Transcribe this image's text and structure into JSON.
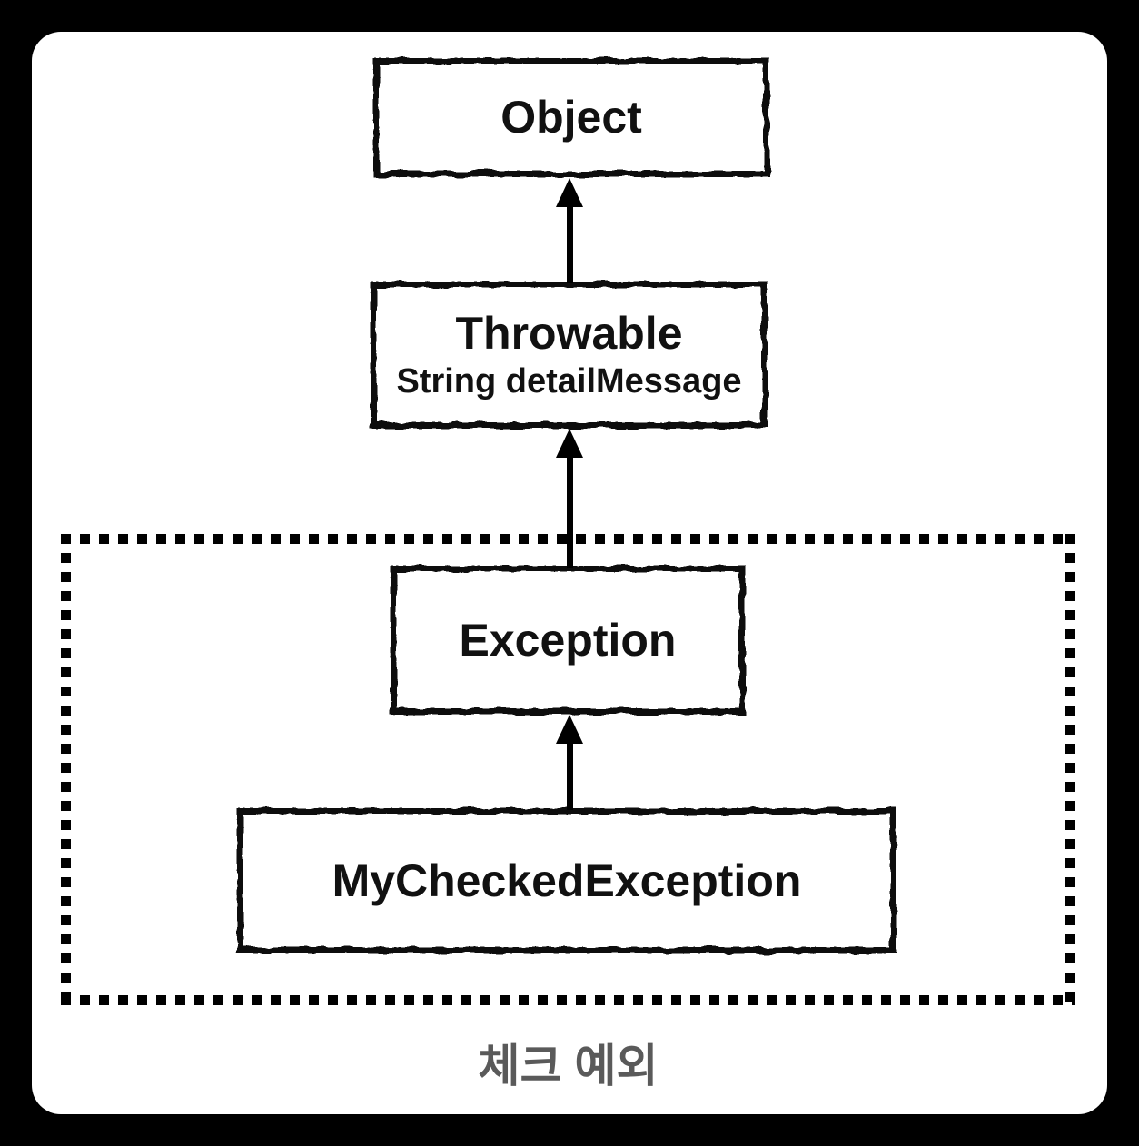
{
  "diagram": {
    "title_hint": "Java checked-exception class hierarchy",
    "nodes": {
      "object": {
        "label": "Object"
      },
      "throwable": {
        "label": "Throwable",
        "field": "String detailMessage"
      },
      "exception": {
        "label": "Exception"
      },
      "my_checked_exception": {
        "label": "MyCheckedException"
      }
    },
    "edges": [
      {
        "from": "Throwable",
        "to": "Object",
        "type": "inheritance-arrow-up"
      },
      {
        "from": "Exception",
        "to": "Throwable",
        "type": "inheritance-arrow-up"
      },
      {
        "from": "MyCheckedException",
        "to": "Exception",
        "type": "inheritance-arrow-up"
      }
    ],
    "group": {
      "caption": "체크 예외",
      "style": "dotted-rectangle",
      "contains": [
        "Exception",
        "MyCheckedException"
      ]
    },
    "colors": {
      "page_background": "#000000",
      "canvas_background": "#ffffff",
      "stroke": "#0d0d0d",
      "text": "#111111",
      "caption_text": "#5a5a5a"
    }
  }
}
